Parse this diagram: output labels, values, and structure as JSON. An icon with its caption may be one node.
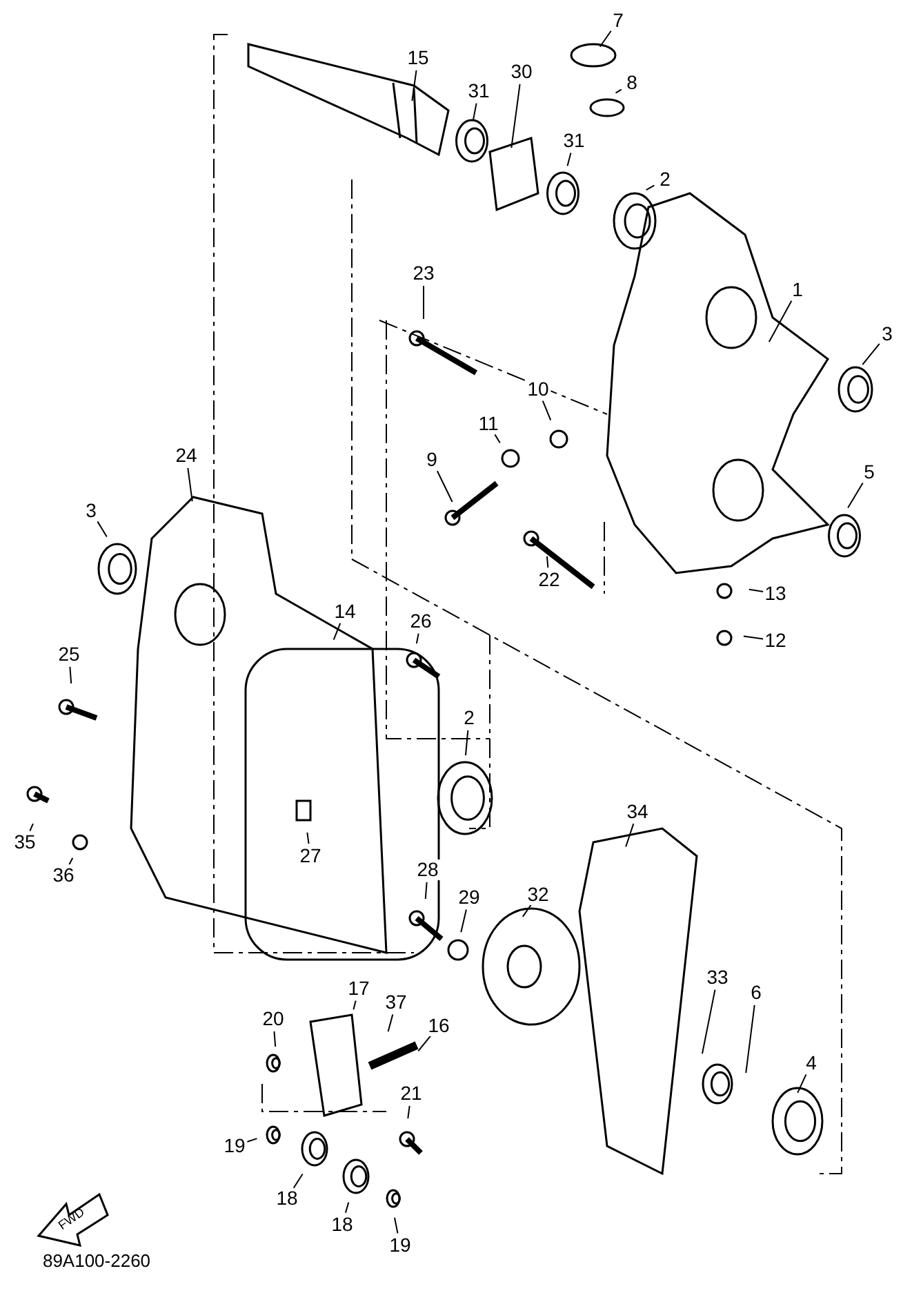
{
  "diagram": {
    "nodes": [
      {
        "text": [
          "7"
        ]
      },
      {
        "text": [
          "15"
        ]
      },
      {
        "text": [
          "30"
        ]
      },
      {
        "text": [
          "8"
        ]
      },
      {
        "text": [
          "31"
        ]
      },
      {
        "text": [
          "31"
        ]
      },
      {
        "text": [
          "2"
        ]
      },
      {
        "text": [
          "23"
        ]
      },
      {
        "text": [
          "1"
        ]
      },
      {
        "text": [
          "3"
        ]
      },
      {
        "text": [
          "10"
        ]
      },
      {
        "text": [
          "11"
        ]
      },
      {
        "text": [
          "24"
        ]
      },
      {
        "text": [
          "9"
        ]
      },
      {
        "text": [
          "5"
        ]
      },
      {
        "text": [
          "3"
        ]
      },
      {
        "text": [
          "22"
        ]
      },
      {
        "text": [
          "13"
        ]
      },
      {
        "text": [
          "14"
        ]
      },
      {
        "text": [
          "26"
        ]
      },
      {
        "text": [
          "12"
        ]
      },
      {
        "text": [
          "25"
        ]
      },
      {
        "text": [
          "2"
        ]
      },
      {
        "text": [
          "34"
        ]
      },
      {
        "text": [
          "35"
        ]
      },
      {
        "text": [
          "27"
        ]
      },
      {
        "text": [
          "36"
        ]
      },
      {
        "text": [
          "28"
        ]
      },
      {
        "text": [
          "32"
        ]
      },
      {
        "text": [
          "29"
        ]
      },
      {
        "text": [
          "33"
        ]
      },
      {
        "text": [
          "17"
        ]
      },
      {
        "text": [
          "6"
        ]
      },
      {
        "text": [
          "37"
        ]
      },
      {
        "text": [
          "20"
        ]
      },
      {
        "text": [
          "16"
        ]
      },
      {
        "text": [
          "4"
        ]
      },
      {
        "text": [
          "21"
        ]
      },
      {
        "text": [
          "19"
        ]
      },
      {
        "text": [
          "18"
        ]
      },
      {
        "text": [
          "18"
        ]
      },
      {
        "text": [
          "19"
        ]
      }
    ],
    "edges": [
      {
        "from": 0,
        "to": null,
        "arrow": "none"
      },
      {
        "from": 1,
        "to": null,
        "arrow": "none"
      },
      {
        "from": 2,
        "to": null,
        "arrow": "none"
      },
      {
        "from": 3,
        "to": null,
        "arrow": "none"
      },
      {
        "from": 4,
        "to": null,
        "arrow": "none"
      },
      {
        "from": 5,
        "to": null,
        "arrow": "none"
      },
      {
        "from": 6,
        "to": null,
        "arrow": "none"
      },
      {
        "from": 7,
        "to": null,
        "arrow": "none"
      },
      {
        "from": 8,
        "to": null,
        "arrow": "none"
      },
      {
        "from": 9,
        "to": null,
        "arrow": "none"
      },
      {
        "from": 10,
        "to": null,
        "arrow": "none"
      },
      {
        "from": 11,
        "to": null,
        "arrow": "none"
      },
      {
        "from": 12,
        "to": null,
        "arrow": "none"
      },
      {
        "from": 13,
        "to": null,
        "arrow": "none"
      },
      {
        "from": 14,
        "to": null,
        "arrow": "none"
      },
      {
        "from": 15,
        "to": null,
        "arrow": "none"
      },
      {
        "from": 16,
        "to": null,
        "arrow": "none"
      },
      {
        "from": 17,
        "to": null,
        "arrow": "none"
      },
      {
        "from": 18,
        "to": null,
        "arrow": "none"
      },
      {
        "from": 19,
        "to": null,
        "arrow": "none"
      },
      {
        "from": 20,
        "to": null,
        "arrow": "none"
      },
      {
        "from": 21,
        "to": null,
        "arrow": "none"
      },
      {
        "from": 22,
        "to": null,
        "arrow": "none"
      },
      {
        "from": 23,
        "to": null,
        "arrow": "none"
      },
      {
        "from": 24,
        "to": null,
        "arrow": "none"
      },
      {
        "from": 25,
        "to": null,
        "arrow": "none"
      },
      {
        "from": 26,
        "to": null,
        "arrow": "none"
      },
      {
        "from": 27,
        "to": null,
        "arrow": "none"
      },
      {
        "from": 28,
        "to": null,
        "arrow": "none"
      },
      {
        "from": 29,
        "to": null,
        "arrow": "none"
      },
      {
        "from": 30,
        "to": null,
        "arrow": "none"
      },
      {
        "from": 31,
        "to": null,
        "arrow": "none"
      },
      {
        "from": 32,
        "to": null,
        "arrow": "none"
      },
      {
        "from": 33,
        "to": null,
        "arrow": "none"
      },
      {
        "from": 34,
        "to": null,
        "arrow": "none"
      },
      {
        "from": 35,
        "to": null,
        "arrow": "none"
      },
      {
        "from": 36,
        "to": null,
        "arrow": "none"
      },
      {
        "from": 37,
        "to": null,
        "arrow": "none"
      },
      {
        "from": 38,
        "to": null,
        "arrow": "none"
      },
      {
        "from": 39,
        "to": null,
        "arrow": "none"
      },
      {
        "from": 40,
        "to": null,
        "arrow": "none"
      },
      {
        "from": 41,
        "to": null,
        "arrow": "none"
      }
    ],
    "labels": [
      "FWD",
      "89A100-2260"
    ]
  }
}
